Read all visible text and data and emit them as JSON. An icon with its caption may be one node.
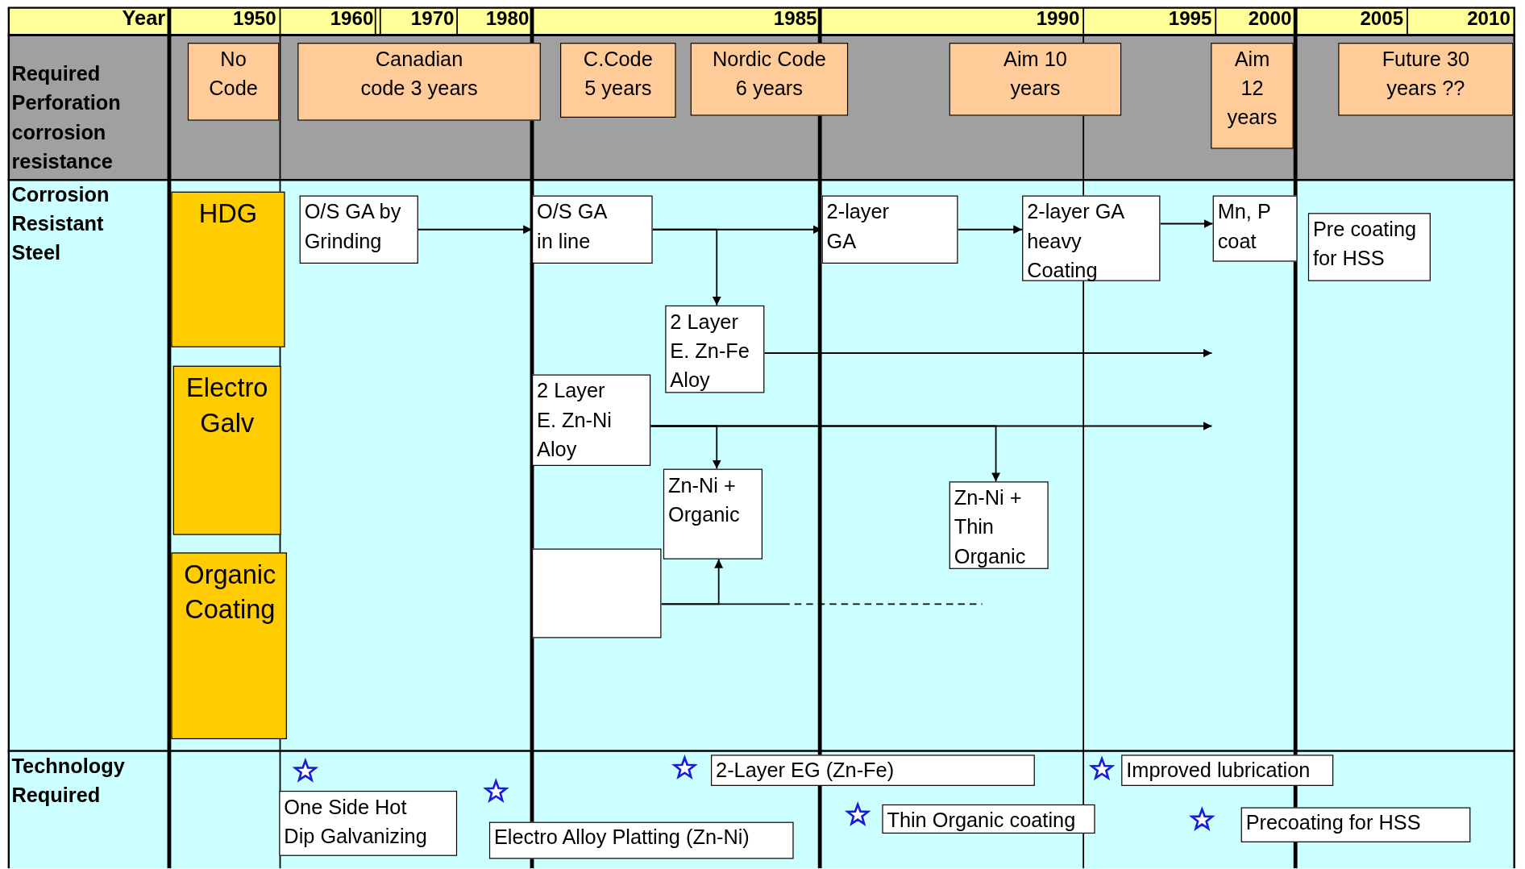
{
  "diagram": {
    "nodes": [
      {
        "text": [
          "No Code"
        ]
      },
      {
        "text": [
          "Canadian code 3 years"
        ]
      },
      {
        "text": [
          "C.Code 5 years"
        ]
      },
      {
        "text": [
          "Nordic Code 6 years"
        ]
      },
      {
        "text": [
          "Aim 10 years"
        ]
      },
      {
        "text": [
          "Aim 12 years"
        ]
      },
      {
        "text": [
          "Future 30 years ??"
        ]
      },
      {
        "text": [
          "HDG"
        ]
      },
      {
        "text": [
          "Electro Galv"
        ]
      },
      {
        "text": [
          "Organic Coating"
        ]
      },
      {
        "text": [
          "O/S GA by Grinding"
        ]
      },
      {
        "text": [
          "O/S GA in line"
        ]
      },
      {
        "text": [
          "2-layer GA"
        ]
      },
      {
        "text": [
          "2-layer GA heavy Coating"
        ]
      },
      {
        "text": [
          "Mn, P coat"
        ]
      },
      {
        "text": [
          "Pre coating for HSS"
        ]
      },
      {
        "text": [
          "2 Layer E. Zn-Fe Aloy"
        ]
      },
      {
        "text": [
          "2 Layer E. Zn-Ni Aloy"
        ]
      },
      {
        "text": [
          "Zn-Ni + Organic"
        ]
      },
      {
        "text": [
          "Zn-Ni + Thin Organic"
        ]
      },
      {
        "text": [],
        "shape": "box"
      },
      {
        "text": [
          "One Side Hot Dip Galvanizing"
        ]
      },
      {
        "text": [
          "Electro Alloy Platting (Zn-Ni)"
        ]
      },
      {
        "text": [
          "2-Layer EG (Zn-Fe)"
        ]
      },
      {
        "text": [
          "Thin Organic coating"
        ]
      },
      {
        "text": [
          "Improved lubrication"
        ]
      },
      {
        "text": [
          "Precoating for HSS"
        ]
      }
    ],
    "edges": [
      {
        "from": 10,
        "to": 11,
        "arrow": "to"
      },
      {
        "from": 11,
        "to": 12,
        "arrow": "to"
      },
      {
        "from": 11,
        "to": 16,
        "arrow": "to"
      },
      {
        "from": 12,
        "to": 13,
        "arrow": "to"
      },
      {
        "from": 13,
        "to": 14,
        "arrow": "to"
      },
      {
        "from": 16,
        "to": null,
        "arrow": "to"
      },
      {
        "from": 17,
        "to": null,
        "arrow": "to"
      },
      {
        "from": 17,
        "to": 18,
        "arrow": "to"
      },
      {
        "from": 17,
        "to": 19,
        "arrow": "to"
      },
      {
        "from": 20,
        "to": 18,
        "arrow": "to"
      },
      {
        "from": 20,
        "to": null,
        "arrow": "none",
        "style": "dashed"
      }
    ],
    "labels": [
      "Year",
      "1950",
      "1960",
      "1970",
      "1980",
      "1985",
      "1990",
      "1995",
      "2000",
      "2005",
      "2010",
      "Required Perforation corrosion resistance",
      "Corrosion Resistant Steel",
      "Technology Required"
    ]
  }
}
